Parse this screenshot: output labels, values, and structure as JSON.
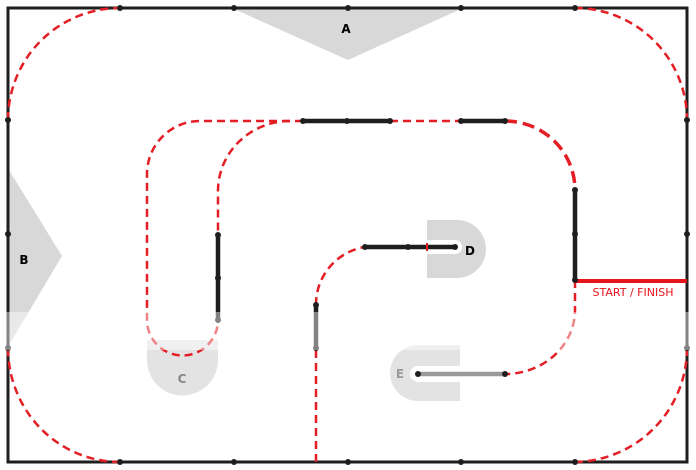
{
  "labels": {
    "a": "A",
    "b": "B",
    "c": "C",
    "d": "D",
    "e": "E",
    "start_finish": "START / FINISH"
  },
  "colors": {
    "track_solid": "#1e1e1e",
    "track_dashed": "#e31e24",
    "start_finish": "#e8141c",
    "zone_fill": "#d9d8d9",
    "faded_track": "#999999"
  }
}
